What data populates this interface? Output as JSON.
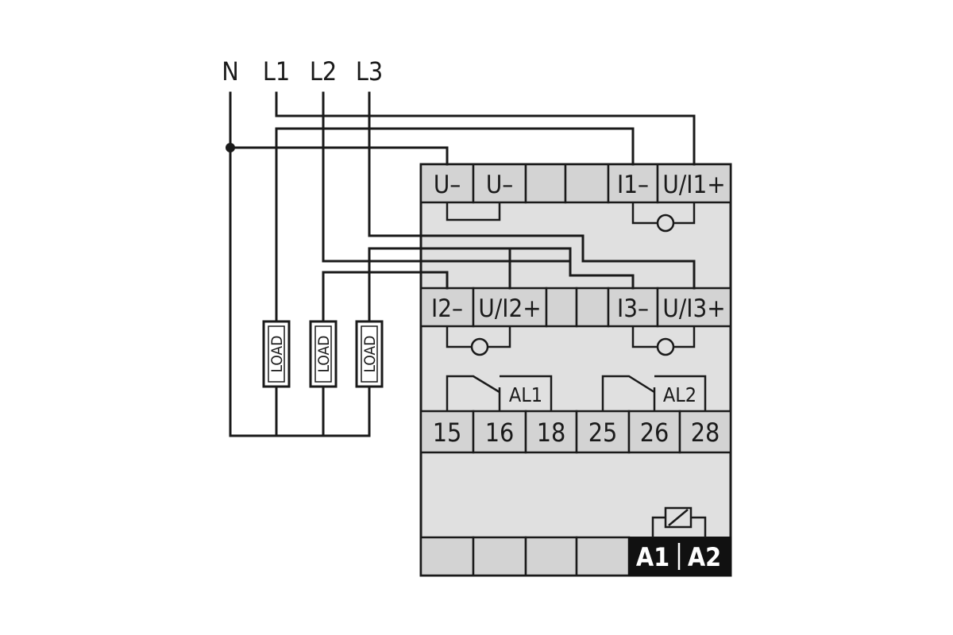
{
  "lines": {
    "n": "N",
    "l1": "L1",
    "l2": "L2",
    "l3": "L3"
  },
  "loads": [
    "LOAD",
    "LOAD",
    "LOAD"
  ],
  "row1": [
    "U–",
    "U–",
    "",
    "",
    "I1–",
    "U/I1+"
  ],
  "row2": [
    "I2–",
    "U/I2+",
    "",
    "",
    "I3–",
    "U/I3+"
  ],
  "alarms": {
    "al1": "AL1",
    "al2": "AL2"
  },
  "relay_terminals": [
    "15",
    "16",
    "18",
    "25",
    "26",
    "28"
  ],
  "supply": {
    "a1": "A1",
    "a2": "A2"
  }
}
